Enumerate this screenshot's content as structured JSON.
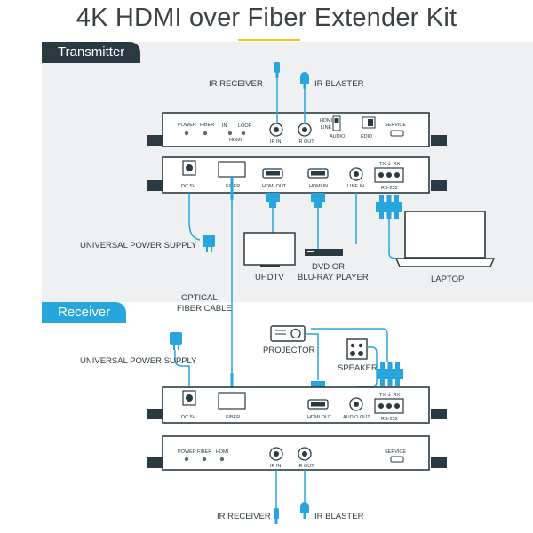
{
  "title": "4K HDMI over Fiber Extender Kit",
  "transmitter": {
    "tag": "Transmitter",
    "front_labels": {
      "power": "POWER",
      "fiber": "FIBER",
      "in": "IN",
      "loop": "LOOP",
      "hdmi": "HDMI",
      "ir_in": "IR IN",
      "ir_out": "IR OUT",
      "audio": "AUDIO",
      "audio_hdmi": "HDMI",
      "audio_line": "LINE",
      "edid": "EDID",
      "service": "SERVICE"
    },
    "rear_labels": {
      "dc5v": "DC 5V",
      "fiber": "FIBER",
      "hdmi_out": "HDMI OUT",
      "hdmi_in": "HDMI IN",
      "line_in": "LINE IN",
      "rs232": "RS-232",
      "txrx": "TX ⏚ RX"
    },
    "callouts": {
      "ir_receiver": "IR RECEIVER",
      "ir_blaster": "IR BLASTER",
      "power_supply": "UNIVERSAL POWER SUPPLY",
      "uhdtv": "UHDTV",
      "dvd_line1": "DVD OR",
      "dvd_line2": "BLU-RAY PLAYER",
      "laptop": "LAPTOP"
    }
  },
  "fiber": {
    "line1": "OPTICAL",
    "line2": "FIBER CABLE"
  },
  "receiver": {
    "tag": "Receiver",
    "rear_labels": {
      "dc5v": "DC 5V",
      "fiber": "FIBER",
      "hdmi_out": "HDMI OUT",
      "audio_out": "AUDIO OUT",
      "rs232": "RS-232",
      "txrx": "TX ⏚ RX"
    },
    "front_labels": {
      "power": "POWER",
      "fiber": "FIBER",
      "hdmi": "HDMI",
      "ir_in": "IR IN",
      "ir_out": "IR OUT",
      "service": "SERVICE"
    },
    "callouts": {
      "projector": "PROJECTOR",
      "speaker": "SPEAKER",
      "power_supply": "UNIVERSAL POWER SUPPLY",
      "ir_receiver": "IR RECEIVER",
      "ir_blaster": "IR BLASTER"
    }
  },
  "colors": {
    "cable": "#27a6dd",
    "device": "#2b3a42",
    "panel": "#eff0f1",
    "receiver_tag": "#27a6dd",
    "accent": "#f3c318"
  }
}
